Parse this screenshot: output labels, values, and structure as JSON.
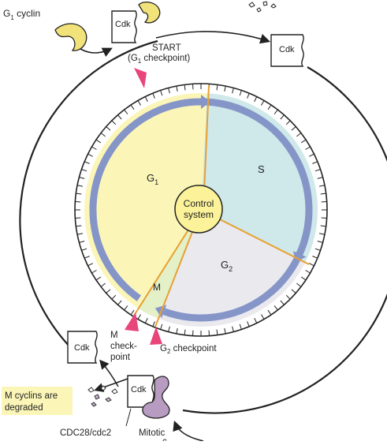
{
  "labels": {
    "g1_cyclin": "G",
    "g1_cyclin_sub": "1",
    "g1_cyclin_rest": " cyclin",
    "start": "START",
    "g1_checkpoint": "(G",
    "g1_checkpoint_sub": "1",
    "g1_checkpoint_rest": " checkpoint)",
    "phase_g1": "G",
    "phase_g1_sub": "1",
    "phase_s": "S",
    "phase_g2": "G",
    "phase_g2_sub": "2",
    "phase_m": "M",
    "control_line1": "Control",
    "control_line2": "system",
    "cdk": "Cdk",
    "m_checkpoint_line1": "M",
    "m_checkpoint_line2": "check-",
    "m_checkpoint_line3": "point",
    "g2_checkpoint": "G",
    "g2_checkpoint_sub": "2",
    "g2_checkpoint_rest": " checkpoint",
    "m_cyclins_line1": "M cyclins are",
    "m_cyclins_line2": "degraded",
    "cdc28": "CDC28/cdc2",
    "mitotic": "Mitotic",
    "mitotic_cut": "c"
  },
  "colors": {
    "g1": "#fbf6b8",
    "s": "#cfe8ea",
    "g2": "#e9e9ee",
    "m": "#e4f0c8",
    "arrow_band": "#8595c8",
    "control": "#fbf29a",
    "cyclin_yellow": "#f2e27a",
    "mitotic_purple": "#b89bc0",
    "checkpoint_pink": "#e8457a",
    "boundary": "#e8a030",
    "degraded_box": "#fbf6b8"
  }
}
